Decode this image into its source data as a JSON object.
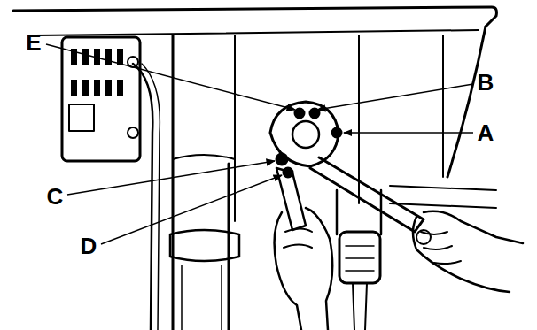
{
  "diagram": {
    "labels": [
      "E",
      "B",
      "A",
      "C",
      "D"
    ]
  }
}
